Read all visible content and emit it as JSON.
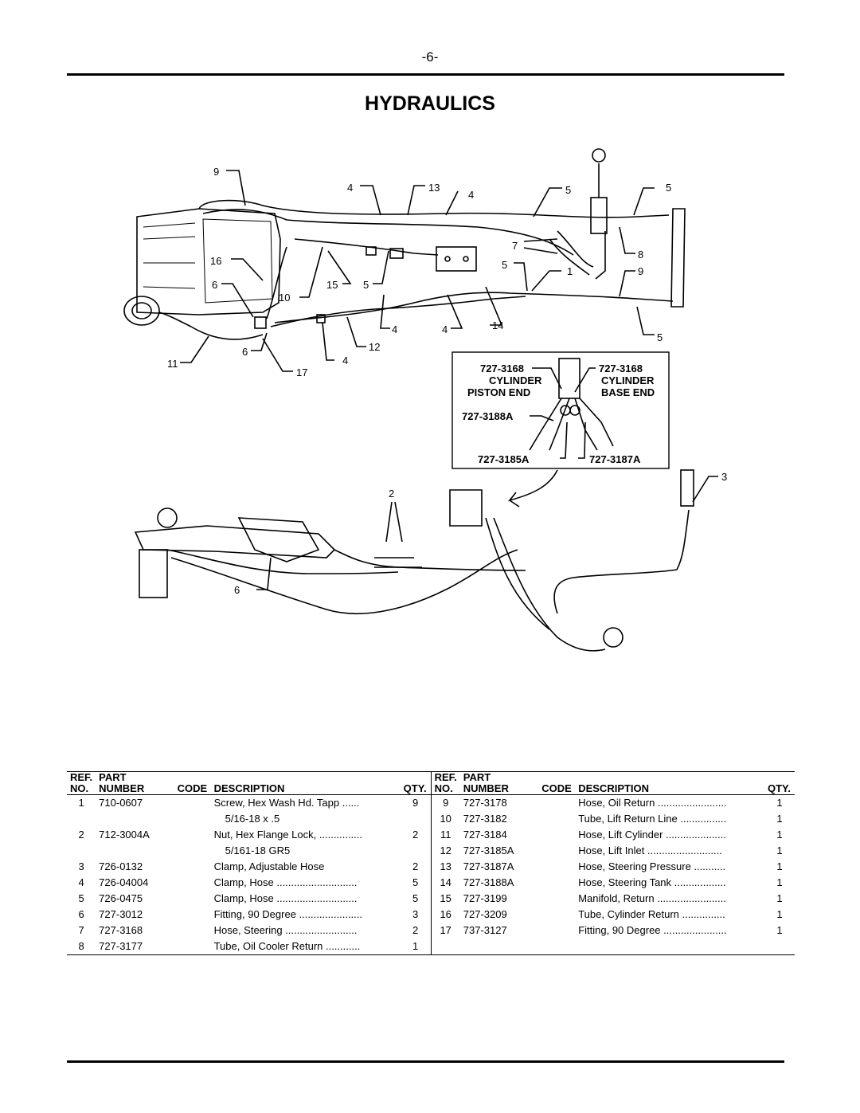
{
  "page": {
    "number": "-6-",
    "title": "HYDRAULICS"
  },
  "callouts": {
    "c9a": "9",
    "c4a": "4",
    "c13": "13",
    "c4b": "4",
    "c5a": "5",
    "c5b": "5",
    "c16": "16",
    "c7": "7",
    "c8": "8",
    "c5c": "5",
    "c1": "1",
    "c9b": "9",
    "c6a": "6",
    "c15": "15",
    "c5d": "5",
    "c10": "10",
    "c4c": "4",
    "c4d": "4",
    "c14": "14",
    "c5e": "5",
    "c12": "12",
    "c6b": "6",
    "c4e": "4",
    "c11": "11",
    "c17": "17",
    "c3": "3",
    "c2": "2",
    "c6c": "6"
  },
  "inset": {
    "cyl_part_left": "727-3168",
    "cyl_part_right": "727-3168",
    "cylinder_left": "CYLINDER",
    "piston_end": "PISTON END",
    "cylinder_right": "CYLINDER",
    "base_end": "BASE END",
    "hose_3188": "727-3188A",
    "hose_3185": "727-3185A",
    "hose_3187": "727-3187A"
  },
  "table": {
    "headers": {
      "ref_top": "REF.",
      "ref_bottom": "NO.",
      "part_top": "PART",
      "part_bottom": "NUMBER",
      "code": "CODE",
      "description": "DESCRIPTION",
      "qty": "QTY."
    },
    "left": [
      {
        "ref": "1",
        "part": "710-0607",
        "desc": "Screw, Hex Wash Hd. Tapp ......",
        "desc2": "5/16-18 x .5",
        "qty": "9"
      },
      {
        "ref": "2",
        "part": "712-3004A",
        "desc": "Nut, Hex Flange Lock, ...............",
        "desc2": "5/161-18 GR5",
        "qty": "2"
      },
      {
        "ref": "3",
        "part": "726-0132",
        "desc": "Clamp, Adjustable Hose",
        "desc2": "",
        "qty": "2"
      },
      {
        "ref": "4",
        "part": "726-04004",
        "desc": "Clamp, Hose ............................",
        "desc2": "",
        "qty": "5"
      },
      {
        "ref": "5",
        "part": "726-0475",
        "desc": "Clamp, Hose ............................",
        "desc2": "",
        "qty": "5"
      },
      {
        "ref": "6",
        "part": "727-3012",
        "desc": "Fitting, 90 Degree ......................",
        "desc2": "",
        "qty": "3"
      },
      {
        "ref": "7",
        "part": "727-3168",
        "desc": "Hose, Steering .........................",
        "desc2": "",
        "qty": "2"
      },
      {
        "ref": "8",
        "part": "727-3177",
        "desc": "Tube, Oil Cooler Return ............",
        "desc2": "",
        "qty": "1"
      }
    ],
    "right": [
      {
        "ref": "9",
        "part": "727-3178",
        "desc": "Hose, Oil Return ........................",
        "qty": "1"
      },
      {
        "ref": "10",
        "part": "727-3182",
        "desc": "Tube, Lift Return Line ................",
        "qty": "1"
      },
      {
        "ref": "11",
        "part": "727-3184",
        "desc": "Hose, Lift Cylinder .....................",
        "qty": "1"
      },
      {
        "ref": "12",
        "part": "727-3185A",
        "desc": "Hose, Lift Inlet ..........................",
        "qty": "1"
      },
      {
        "ref": "13",
        "part": "727-3187A",
        "desc": "Hose, Steering Pressure ...........",
        "qty": "1"
      },
      {
        "ref": "14",
        "part": "727-3188A",
        "desc": "Hose, Steering Tank ..................",
        "qty": "1"
      },
      {
        "ref": "15",
        "part": "727-3199",
        "desc": "Manifold, Return ........................",
        "qty": "1"
      },
      {
        "ref": "16",
        "part": "727-3209",
        "desc": "Tube, Cylinder Return ...............",
        "qty": "1"
      },
      {
        "ref": "17",
        "part": "737-3127",
        "desc": "Fitting, 90 Degree ......................",
        "qty": "1"
      }
    ]
  }
}
